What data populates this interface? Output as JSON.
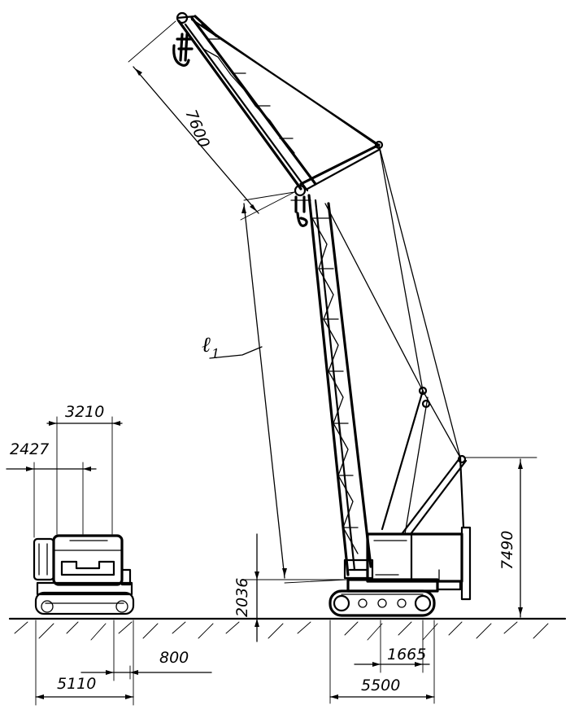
{
  "dimensions": {
    "boom_extension": "7600",
    "boom_length_symbol": "ℓ",
    "boom_length_subscript": "1",
    "pivot_height": "2036",
    "gantry_height": "7490",
    "transport_width": "3210",
    "transport_track": "2427",
    "transport_length": "5110",
    "transport_gap": "800",
    "track_offset": "1665",
    "base_length": "5500"
  }
}
